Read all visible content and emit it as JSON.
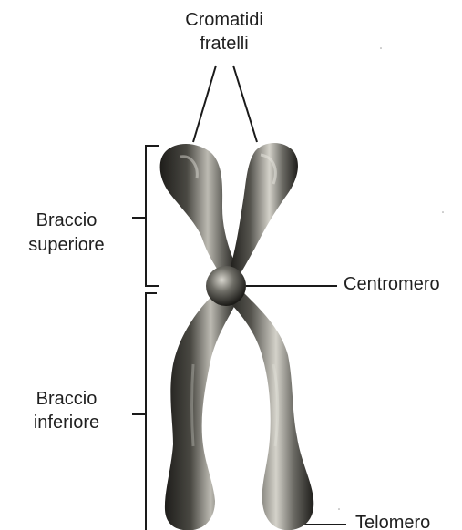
{
  "labels": {
    "sister_chromatids_line1": "Cromatidi",
    "sister_chromatids_line2": "fratelli",
    "upper_arm_line1": "Braccio",
    "upper_arm_line2": "superiore",
    "lower_arm_line1": "Braccio",
    "lower_arm_line2": "inferiore",
    "centromere": "Centromero",
    "telomere": "Telomero"
  },
  "colors": {
    "chromatid_dark": "#2b2a26",
    "chromatid_mid": "#6b6a63",
    "chromatid_light": "#d8d6cf",
    "line": "#1a1a1a"
  }
}
